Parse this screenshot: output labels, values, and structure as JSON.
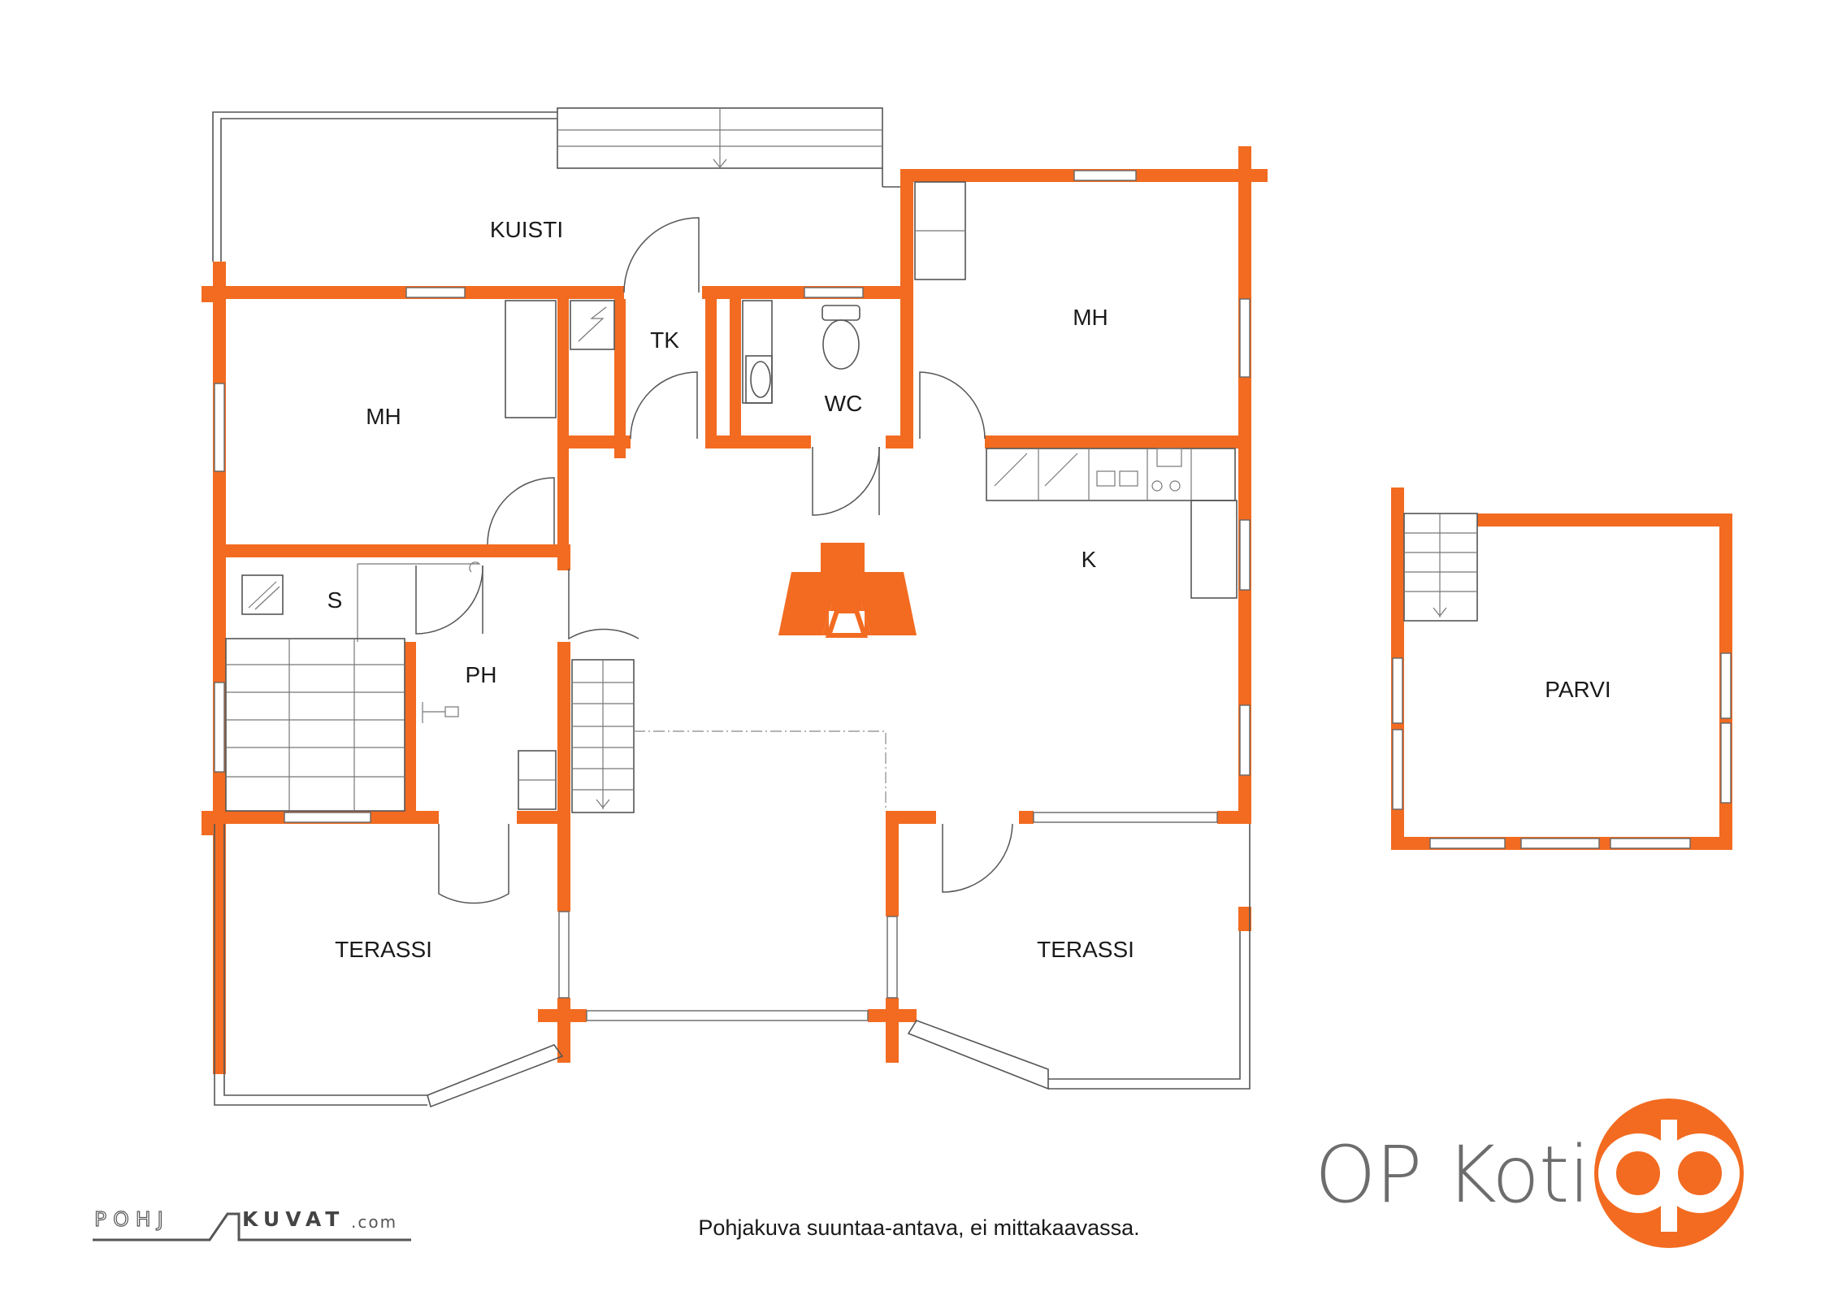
{
  "rooms": {
    "kuisti": "KUISTI",
    "tk": "TK",
    "wc": "WC",
    "mh_left": "MH",
    "mh_right": "MH",
    "k": "K",
    "s": "S",
    "ph": "PH",
    "terassi_left": "TERASSI",
    "terassi_right": "TERASSI",
    "parvi": "PARVI"
  },
  "footer": {
    "note": "Pohjakuva suuntaa-antava, ei mittakaavassa.",
    "brand": "OP Koti",
    "watermark_left": "POHJ",
    "watermark_right": "KUVAT",
    "watermark_suffix": ".com"
  },
  "colors": {
    "wall": "#F26B21",
    "brand_text": "#6d6d6d",
    "logo": "#F26B21"
  },
  "icons": [
    "fireplace-icon",
    "toilet-icon",
    "sink-icon",
    "shower-icon",
    "stair-icon",
    "op-logo"
  ]
}
